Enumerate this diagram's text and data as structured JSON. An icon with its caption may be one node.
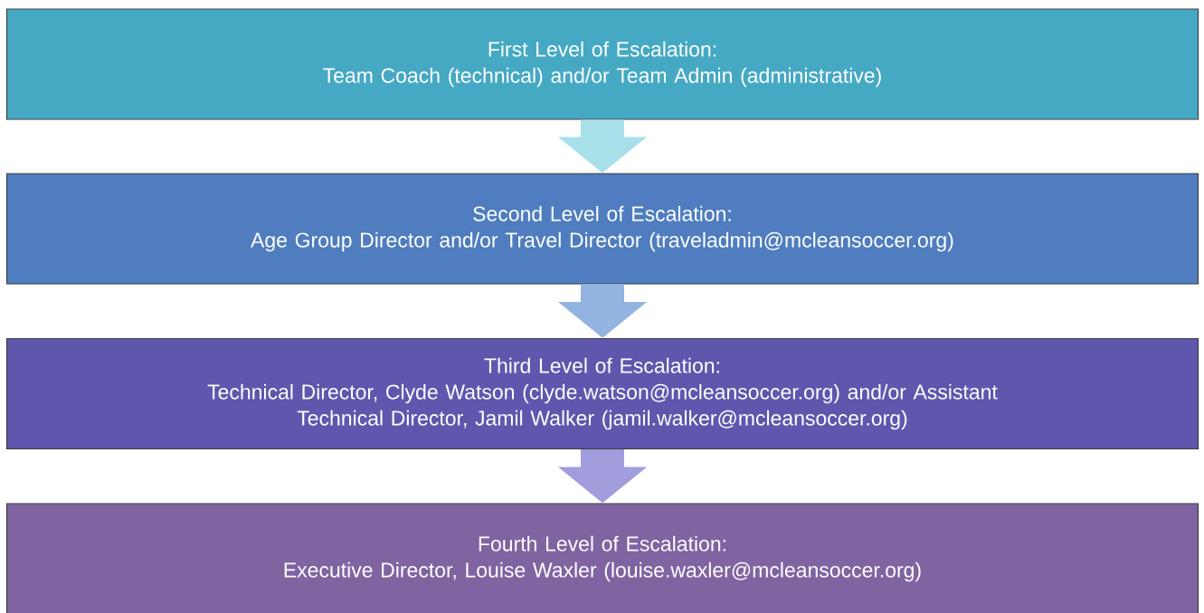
{
  "diagram": {
    "nodes": [
      {
        "text": [
          "First Level of Escalation:",
          "Team Coach (technical) and/or Team Admin (administrative)"
        ]
      },
      {
        "text": [
          "Second Level of Escalation:",
          "Age Group Director and/or Travel Director (traveladmin@mcleansoccer.org)"
        ]
      },
      {
        "text": [
          "Third Level of Escalation:",
          "Technical Director, Clyde Watson (clyde.watson@mcleansoccer.org) and/or Assistant Technical Director, Jamil Walker (jamil.walker@mcleansoccer.org)"
        ]
      },
      {
        "text": [
          "Fourth Level of Escalation:",
          "Executive Director, Louise Waxler (louise.waxler@mcleansoccer.org)"
        ]
      }
    ],
    "edges": [
      {
        "from": 0,
        "to": 1,
        "arrow": "to"
      },
      {
        "from": 1,
        "to": 2,
        "arrow": "to"
      },
      {
        "from": 2,
        "to": 3,
        "arrow": "to"
      }
    ]
  }
}
